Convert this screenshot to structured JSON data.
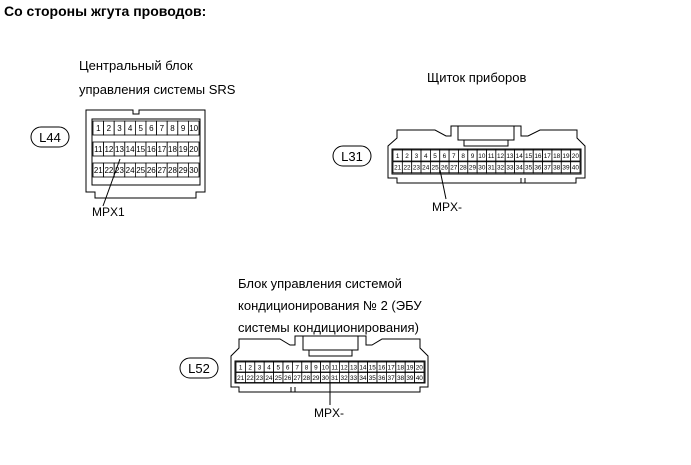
{
  "header": "Со стороны жгута проводов:",
  "connectors": [
    {
      "id": "L44",
      "title_lines": [
        "Центральный блок",
        "управления системы SRS"
      ],
      "pin_rows": [
        [
          1,
          2,
          3,
          4,
          5,
          6,
          7,
          8,
          9,
          10
        ],
        [
          11,
          12,
          13,
          14,
          15,
          16,
          17,
          18,
          19,
          20
        ],
        [
          21,
          22,
          23,
          24,
          25,
          26,
          27,
          28,
          29,
          30
        ]
      ],
      "signal": "MPX1",
      "signal_pin": 13
    },
    {
      "id": "L31",
      "title_lines": [
        "Щиток приборов"
      ],
      "pin_rows": [
        [
          1,
          2,
          3,
          4,
          5,
          6,
          7,
          8,
          9,
          10,
          11,
          12,
          13,
          14,
          15,
          16,
          17,
          18,
          19,
          20
        ],
        [
          21,
          22,
          23,
          24,
          25,
          26,
          27,
          28,
          29,
          30,
          31,
          32,
          33,
          34,
          35,
          36,
          37,
          38,
          39,
          40
        ]
      ],
      "signal": "MPX-",
      "signal_pin": 26
    },
    {
      "id": "L52",
      "title_lines": [
        "Блок управления системой",
        "кондиционирования № 2 (ЭБУ",
        "системы кондиционирования)"
      ],
      "pin_rows": [
        [
          1,
          2,
          3,
          4,
          5,
          6,
          7,
          8,
          9,
          10,
          11,
          12,
          13,
          14,
          15,
          16,
          17,
          18,
          19,
          20
        ],
        [
          21,
          22,
          23,
          24,
          25,
          26,
          27,
          28,
          29,
          30,
          31,
          32,
          33,
          34,
          35,
          36,
          37,
          38,
          39,
          40
        ]
      ],
      "signal": "MPX-",
      "signal_pin": 30
    }
  ]
}
